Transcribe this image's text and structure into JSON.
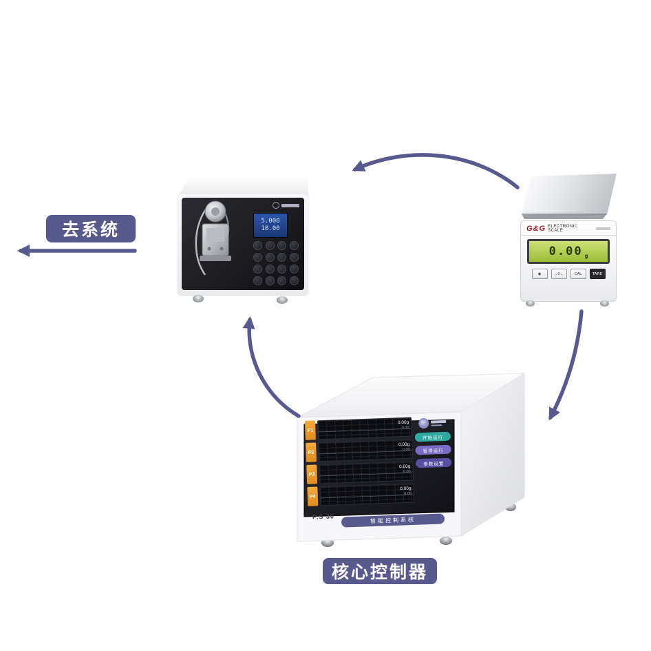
{
  "labels": {
    "to_system": "去系统",
    "core_controller": "核心控制器"
  },
  "colors": {
    "accent_purple": "#585a8e",
    "arrow": "#575a8e",
    "channel_tag_orange": "#e8962c",
    "lcd_green": "#b3cf55"
  },
  "pump": {
    "display_line1": "5.000",
    "display_line2": "10.00"
  },
  "scale": {
    "brand": "G&G",
    "title": "ELECTRONIC SCALE",
    "display_value": "0.00",
    "display_unit": "g",
    "button_power": "◉",
    "button_zero": "→0←",
    "button_cal": "CAL",
    "button_tare": "TARE"
  },
  "controller": {
    "model": "P.S 30",
    "banner": "智能控制系统",
    "channels": [
      {
        "tag": "P1",
        "value": "0.00g",
        "rate": "0.00"
      },
      {
        "tag": "P2",
        "value": "0.00g",
        "rate": "0.00"
      },
      {
        "tag": "P3",
        "value": "0.00g",
        "rate": "0.00"
      },
      {
        "tag": "P4",
        "value": "0.00g",
        "rate": "0.00"
      }
    ],
    "buttons": [
      {
        "label": "开始运行",
        "color": "#2ea8a0"
      },
      {
        "label": "暂停运行",
        "color": "#7a6cc4"
      },
      {
        "label": "参数设置",
        "color": "#584fa4"
      }
    ]
  }
}
